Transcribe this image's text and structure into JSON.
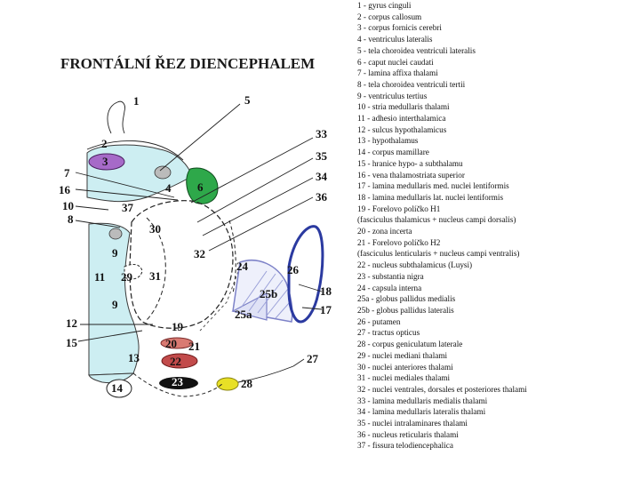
{
  "title": "FRONTÁLNÍ ŘEZ DIENCEPHALEM",
  "labels": {
    "l1": "1",
    "l2": "2",
    "l3": "3",
    "l4": "4",
    "l5": "5",
    "l6": "6",
    "l7": "7",
    "l8": "8",
    "l9a": "9",
    "l9b": "9",
    "l10": "10",
    "l11": "11",
    "l12": "12",
    "l13": "13",
    "l14": "14",
    "l15": "15",
    "l16": "16",
    "l17": "17",
    "l18": "18",
    "l19": "19",
    "l20": "20",
    "l21": "21",
    "l22": "22",
    "l23": "23",
    "l24": "24",
    "l25a": "25a",
    "l25b": "25b",
    "l26": "26",
    "l27": "27",
    "l28": "28",
    "l29": "29",
    "l30": "30",
    "l31": "31",
    "l32": "32",
    "l33": "33",
    "l34": "34",
    "l35": "35",
    "l36": "36",
    "l37": "37"
  },
  "legend": [
    "1 - gyrus cinguli",
    "2 - corpus callosum",
    "3 - corpus fornicis cerebri",
    "4 - ventriculus lateralis",
    "5 - tela choroidea ventriculi lateralis",
    "6 - caput nuclei caudati",
    "7 - lamina affixa thalami",
    "8 - tela choroidea ventriculi tertii",
    "9 - ventriculus tertius",
    "10 - stria medullaris thalami",
    "11 - adhesio interthalamica",
    "12 - sulcus hypothalamicus",
    "13 - hypothalamus",
    "14 - corpus mamillare",
    "15 - hranice hypo- a subthalamu",
    "16 - vena thalamostriata superior",
    "17 - lamina medullaris med. nuclei lentiformis",
    "18 - lamina medullaris lat. nuclei lentiformis",
    "19 - Forelovo políčko H1",
    " (fasciculus thalamicus + nucleus campi dorsalis)",
    "20 - zona incerta",
    "21 - Forelovo políčko H2",
    "(fasciculus lenticularis + nucleus campi ventralis)",
    "22 - nucleus subthalamicus (Luysi)",
    "23 - substantia nigra",
    "24 - capsula interna",
    "25a - globus pallidus medialis",
    "25b - globus pallidus lateralis",
    "26 - putamen",
    "27 - tractus opticus",
    "28 - corpus geniculatum laterale",
    "29 - nuclei mediani thalami",
    "30 - nuclei anteriores thalami",
    "31 - nuclei mediales thalami",
    "32 - nuclei ventrales, dorsales et posteriores thalami",
    "33 - lamina medullaris medialis thalami",
    "34 - lamina medullaris lateralis thalami",
    "35 - nuclei intralaminares thalami",
    "36 - nucleus reticularis thalami",
    "37 - fissura telodiencephalica"
  ],
  "colors": {
    "ventricle": "#cdeef2",
    "fornix": "#a66ac8",
    "caudate": "#2ea84a",
    "subthalamic": "#c24b4b",
    "zona_incerta": "#d97a72",
    "nigra": "#111111",
    "geniculate": "#e8e026",
    "putamen_line": "#2b3aa0",
    "pallidus_line": "#7d82c8",
    "capsule": "#555555"
  }
}
